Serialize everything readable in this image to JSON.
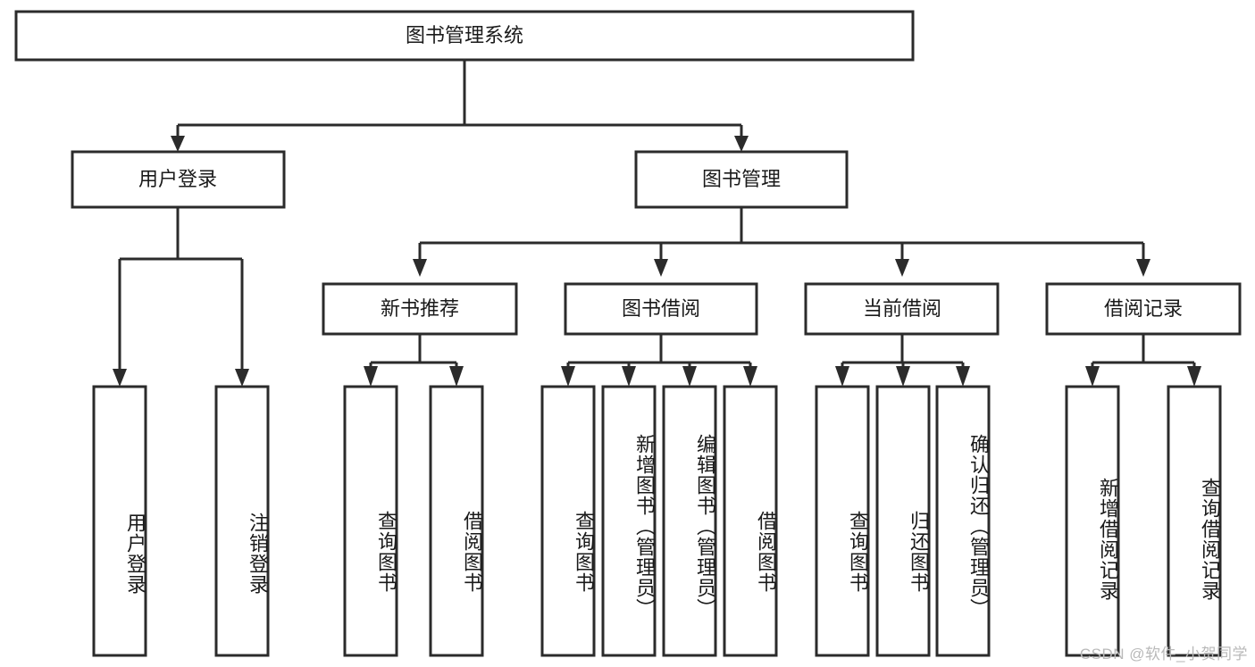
{
  "diagram": {
    "type": "hierarchy-tree",
    "title": "图书管理系统",
    "root": {
      "id": "root",
      "label": "图书管理系统",
      "level": 0
    },
    "level1": [
      {
        "id": "user-login",
        "label": "用户登录"
      },
      {
        "id": "book-manage",
        "label": "图书管理"
      }
    ],
    "level2": [
      {
        "id": "new-book-recommend",
        "label": "新书推荐",
        "parent": "book-manage"
      },
      {
        "id": "book-borrow",
        "label": "图书借阅",
        "parent": "book-manage"
      },
      {
        "id": "current-borrow",
        "label": "当前借阅",
        "parent": "book-manage"
      },
      {
        "id": "borrow-record",
        "label": "借阅记录",
        "parent": "book-manage"
      }
    ],
    "leaves": [
      {
        "id": "leaf-user-login",
        "label": "用户登录",
        "parent": "user-login"
      },
      {
        "id": "leaf-logout",
        "label": "注销登录",
        "parent": "user-login"
      },
      {
        "id": "leaf-query-book-1",
        "label": "查询图书",
        "parent": "new-book-recommend"
      },
      {
        "id": "leaf-borrow-book-1",
        "label": "借阅图书",
        "parent": "new-book-recommend"
      },
      {
        "id": "leaf-query-book-2",
        "label": "查询图书",
        "parent": "book-borrow"
      },
      {
        "id": "leaf-add-book",
        "label": "新增图书（管理员）",
        "parent": "book-borrow"
      },
      {
        "id": "leaf-edit-book",
        "label": "编辑图书（管理员）",
        "parent": "book-borrow"
      },
      {
        "id": "leaf-borrow-book-2",
        "label": "借阅图书",
        "parent": "book-borrow"
      },
      {
        "id": "leaf-query-book-3",
        "label": "查询图书",
        "parent": "current-borrow"
      },
      {
        "id": "leaf-return-book",
        "label": "归还图书",
        "parent": "current-borrow"
      },
      {
        "id": "leaf-confirm-return",
        "label": "确认归还（管理员）",
        "parent": "current-borrow"
      },
      {
        "id": "leaf-add-record",
        "label": "新增借阅记录",
        "parent": "borrow-record"
      },
      {
        "id": "leaf-query-record",
        "label": "查询借阅记录",
        "parent": "borrow-record"
      }
    ]
  },
  "watermark": {
    "text": "CSDN @软件_小贺同学"
  },
  "colors": {
    "box_stroke": "#2b2b2b",
    "box_fill": "#ffffff",
    "text": "#1a1a1a",
    "watermark": "#b9b9b9",
    "background": "#ffffff"
  }
}
